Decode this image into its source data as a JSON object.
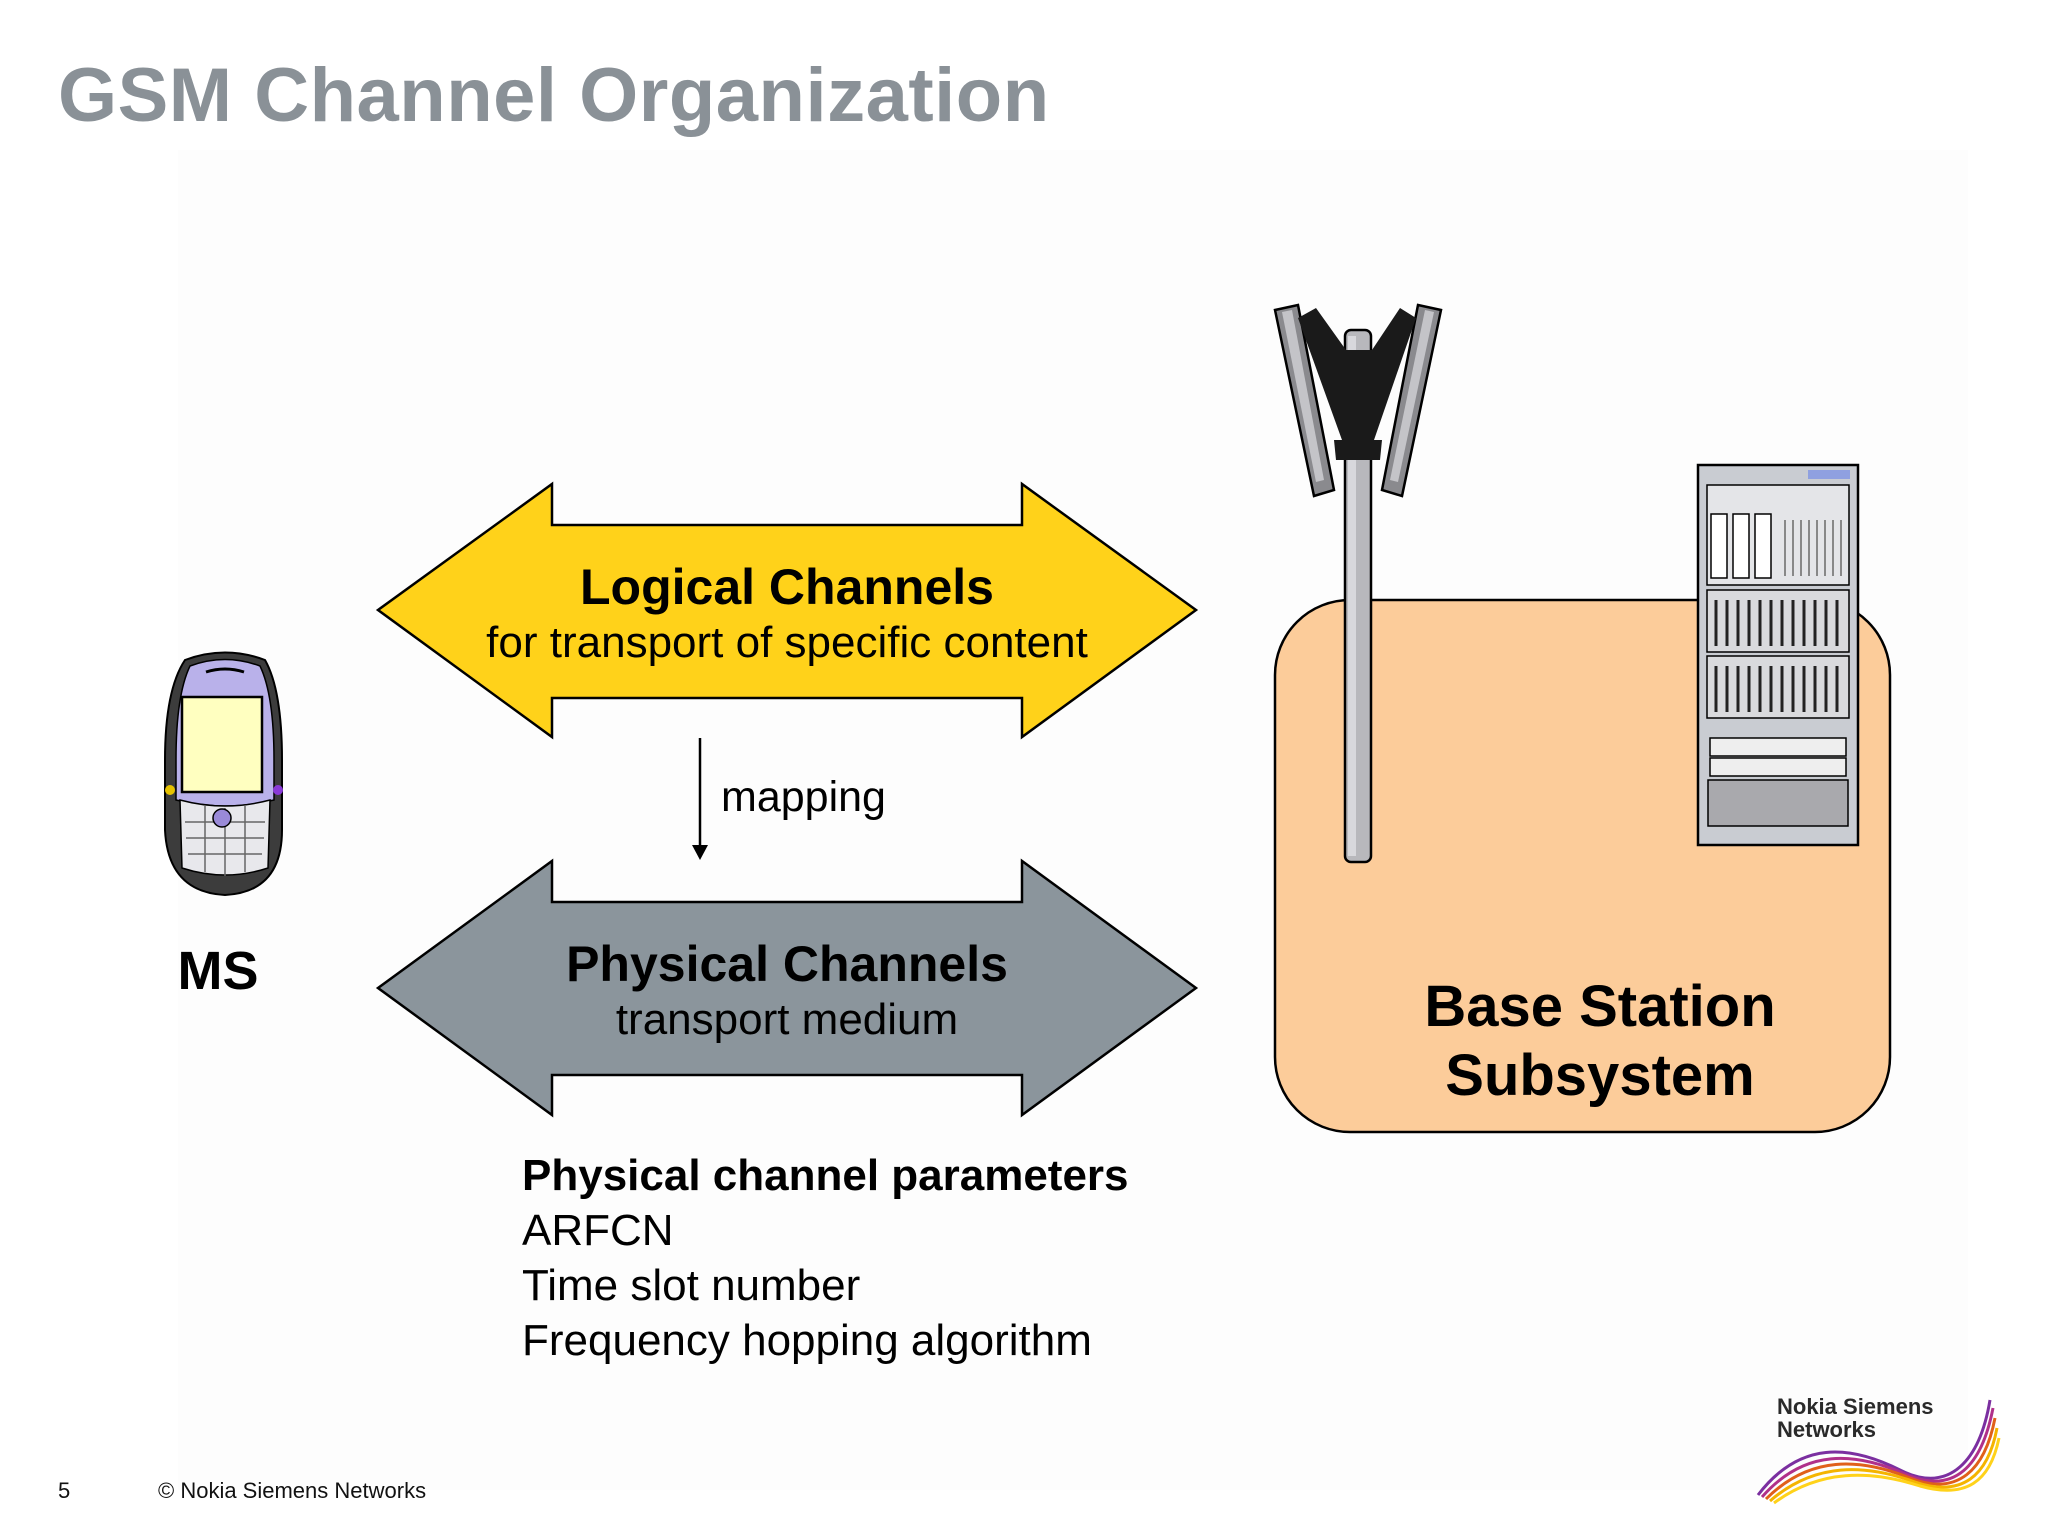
{
  "title": "GSM Channel Organization",
  "logical": {
    "title": "Logical Channels",
    "subtitle": "for transport of specific content"
  },
  "mapping_label": "mapping",
  "physical": {
    "title": "Physical Channels",
    "subtitle": "transport medium"
  },
  "ms_label": "MS",
  "bss_label": {
    "line1": "Base Station",
    "line2": "Subsystem"
  },
  "parameters": {
    "heading": "Physical channel parameters",
    "items": [
      "ARFCN",
      "Time slot number",
      "Frequency hopping algorithm"
    ]
  },
  "footer": {
    "page_number": "5",
    "copyright": "© Nokia Siemens Networks"
  },
  "logo": {
    "line1": "Nokia Siemens",
    "line2": "Networks"
  },
  "colors": {
    "logical_arrow": "#ffd21a",
    "physical_arrow": "#8b959c",
    "bss_box": "#fccc9a",
    "title": "#8a9197",
    "phone_body": "#b9b1ea"
  },
  "icons": [
    "mobile-phone-icon",
    "antenna-mast-icon",
    "equipment-rack-icon",
    "nsn-logo-wave"
  ]
}
